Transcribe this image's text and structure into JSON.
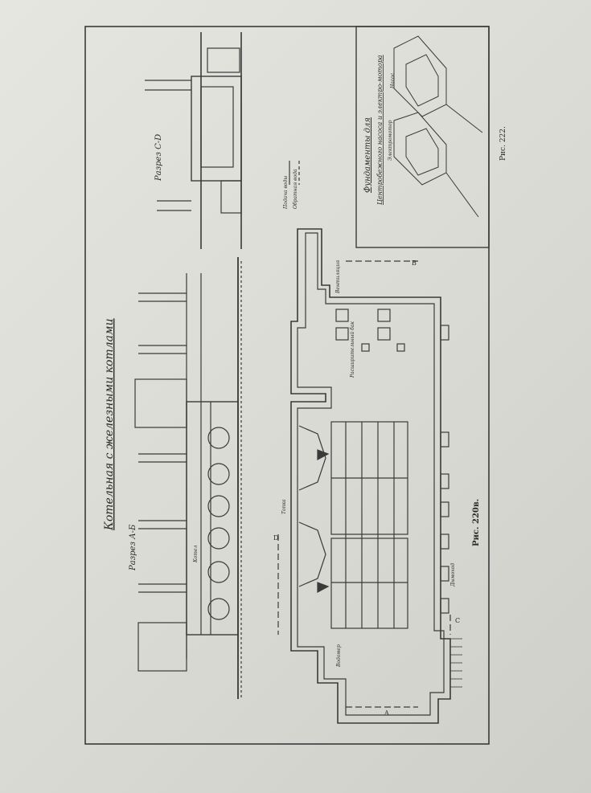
{
  "drawing": {
    "title": "Котельная с железными котлами",
    "section_ab": "Разрез А-Б",
    "section_cd": "Разрез С-D",
    "foundations_title": "Фундаменты для",
    "foundations_subtitle": "Центробежного насоса и электро-мотора",
    "figure_main": "Рис. 220в.",
    "figure_inset": "Рис. 222.",
    "legend": [
      "Подача воды",
      "Обратная вода"
    ],
    "callouts": [
      "Вентиляция",
      "Топка",
      "Котел",
      "Насос",
      "Электромотор",
      "Водомер",
      "Расширительный бак",
      "Дымоход"
    ],
    "section_marks": [
      "A",
      "B",
      "C",
      "D"
    ]
  }
}
